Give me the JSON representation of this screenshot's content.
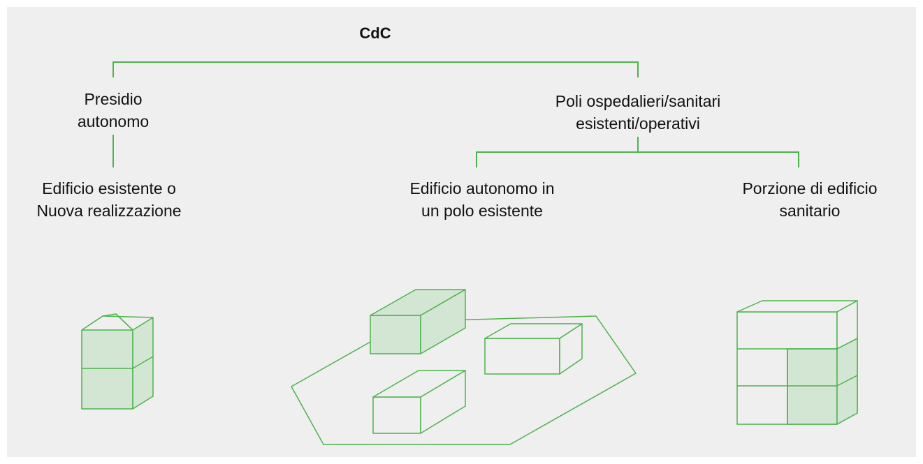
{
  "title": "CdC",
  "colors": {
    "background": "#efefef",
    "line": "#4db34d",
    "fill": "#d3e6d3",
    "text": "#111111"
  },
  "branches": [
    {
      "label_line1": "Presidio",
      "label_line2": "autonomo",
      "children": [
        {
          "label_line1": "Edificio esistente o",
          "label_line2": "Nuova realizzazione",
          "icon": "house-block-icon"
        }
      ]
    },
    {
      "label_line1": "Poli ospedalieri/sanitari",
      "label_line2": "esistenti/operativi",
      "children": [
        {
          "label_line1": "Edificio autonomo in",
          "label_line2": "un polo esistente",
          "icon": "campus-buildings-icon"
        },
        {
          "label_line1": "Porzione di edificio",
          "label_line2": "sanitario",
          "icon": "building-portion-icon"
        }
      ]
    }
  ]
}
